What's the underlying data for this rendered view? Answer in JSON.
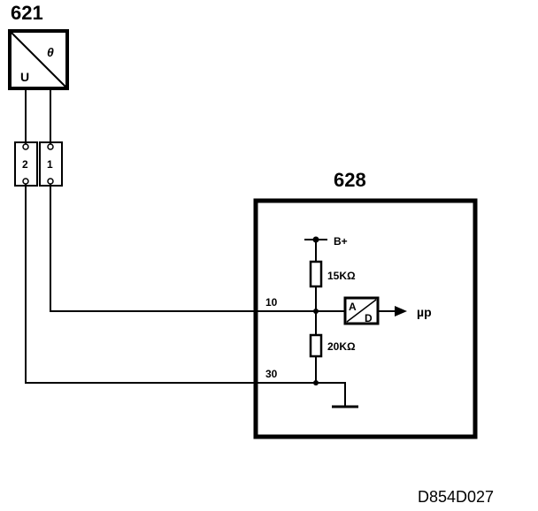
{
  "sensor": {
    "id": "621",
    "symbol_theta": "θ",
    "symbol_u": "U"
  },
  "connector": {
    "pin_2": "2",
    "pin_1": "1"
  },
  "module": {
    "id": "628",
    "supply_label": "B+",
    "resistor_top_label": "15KΩ",
    "resistor_bottom_label": "20KΩ",
    "adc_a": "A",
    "adc_d": "D",
    "output_label": "µp",
    "pin_10": "10",
    "pin_30": "30"
  },
  "reference_code": "D854D027"
}
